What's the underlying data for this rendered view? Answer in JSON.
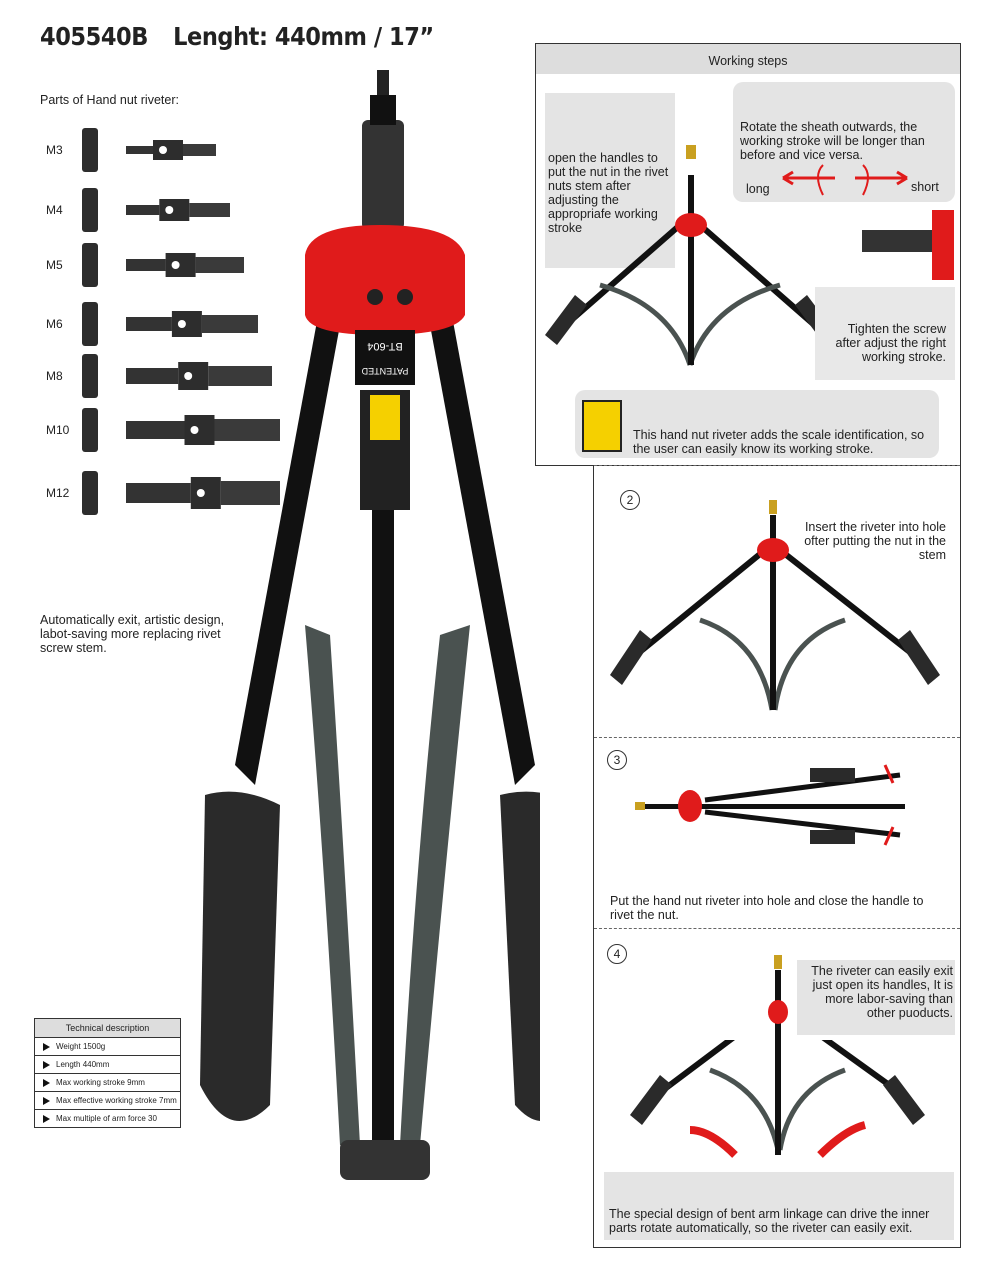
{
  "header": {
    "model": "405540B",
    "length": "Lenght: 440mm / 17”"
  },
  "parts": {
    "title": "Parts of Hand nut riveter:",
    "sizes": [
      "M3",
      "M4",
      "M5",
      "M6",
      "M8",
      "M10",
      "M12"
    ]
  },
  "description": "Automatically exit, artistic design, labot-saving more replacing rivet screw stem.",
  "tool_labels": {
    "brand": "BT-604",
    "patent": "PATENTED"
  },
  "tech": {
    "title": "Technical description",
    "items": [
      "Weight 1500g",
      "Length 440mm",
      "Max working stroke 9mm",
      "Max effective working stroke 7mm",
      "Max multiple of arm force 30"
    ]
  },
  "steps": {
    "title": "Working steps",
    "step1_text": "open the handles to put the nut in the rivet nuts stem after adjusting the appropriafe working stroke",
    "rotate_text": "Rotate the sheath outwards, the working stroke will be longer than before and vice versa.",
    "long": "long",
    "short": "short",
    "tighten_text": "Tighten the screw after adjust the right working stroke.",
    "scale_text": "This hand nut riveter adds the scale identification, so the user can easily know its working stroke.",
    "step2_num": "2",
    "step2_text": "Insert the riveter into hole ofter putting the nut in the stem",
    "step3_num": "3",
    "step3_text": "Put the hand nut riveter into hole and close the handle to rivet the nut.",
    "step4_num": "4",
    "step4_text": "The riveter can easily exit just open its handles, It is more labor-saving than other puoducts.",
    "step4_bottom": "The special design of bent arm linkage can drive the inner parts rotate automatically, so the riveter can easily exit."
  },
  "colors": {
    "accent": "#e01b1b",
    "handle": "#222222",
    "arm": "#4a5250"
  }
}
